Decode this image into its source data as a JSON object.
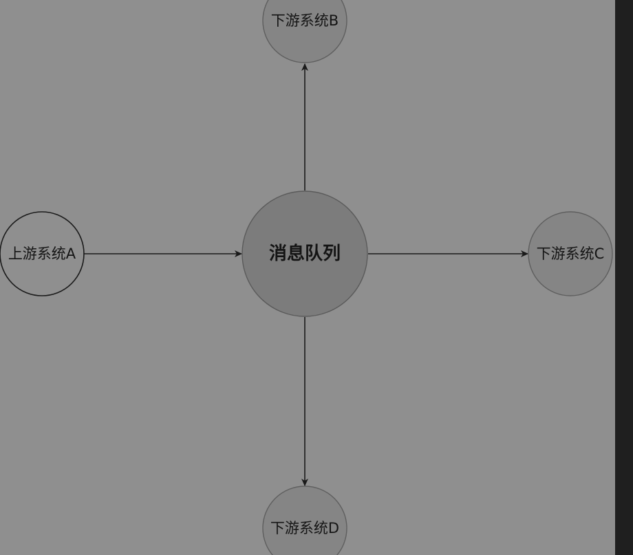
{
  "diagram": {
    "center": {
      "label": "消息队列"
    },
    "upstream": {
      "label": "上游系统A"
    },
    "downstream_b": {
      "label": "下游系统B"
    },
    "downstream_c": {
      "label": "下游系统C"
    },
    "downstream_d": {
      "label": "下游系统D"
    }
  },
  "colors": {
    "background": "#8f8f8f",
    "node_fill": "#858585",
    "center_fill": "#7c7c7c",
    "stroke": "#1a1a1a",
    "right_strip": "#1f1f1f"
  }
}
